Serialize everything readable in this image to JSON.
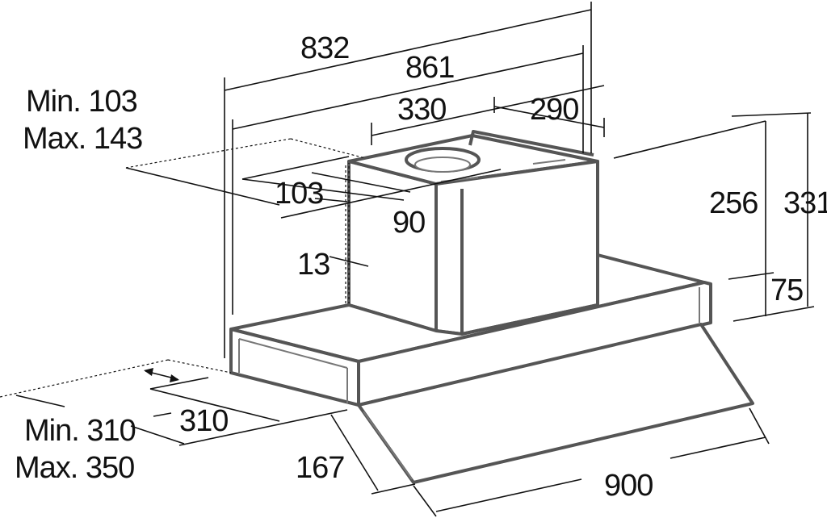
{
  "dimensions": {
    "top_outer": "832",
    "top_inner": "861",
    "duct_left": "330",
    "duct_right": "290",
    "offset_min": "Min. 103",
    "offset_max": "Max. 143",
    "flange_depth": "103",
    "flange_width": "90",
    "flange_gap": "13",
    "height_mid": "256",
    "height_total": "331",
    "height_front": "75",
    "depth_inner": "310",
    "depth_min": "Min. 310",
    "depth_max": "Max. 350",
    "visor_depth": "167",
    "width": "900"
  },
  "colors": {
    "outline": "#555555",
    "dimension_line": "#111111"
  },
  "icons": [
    "double-arrow-icon"
  ]
}
